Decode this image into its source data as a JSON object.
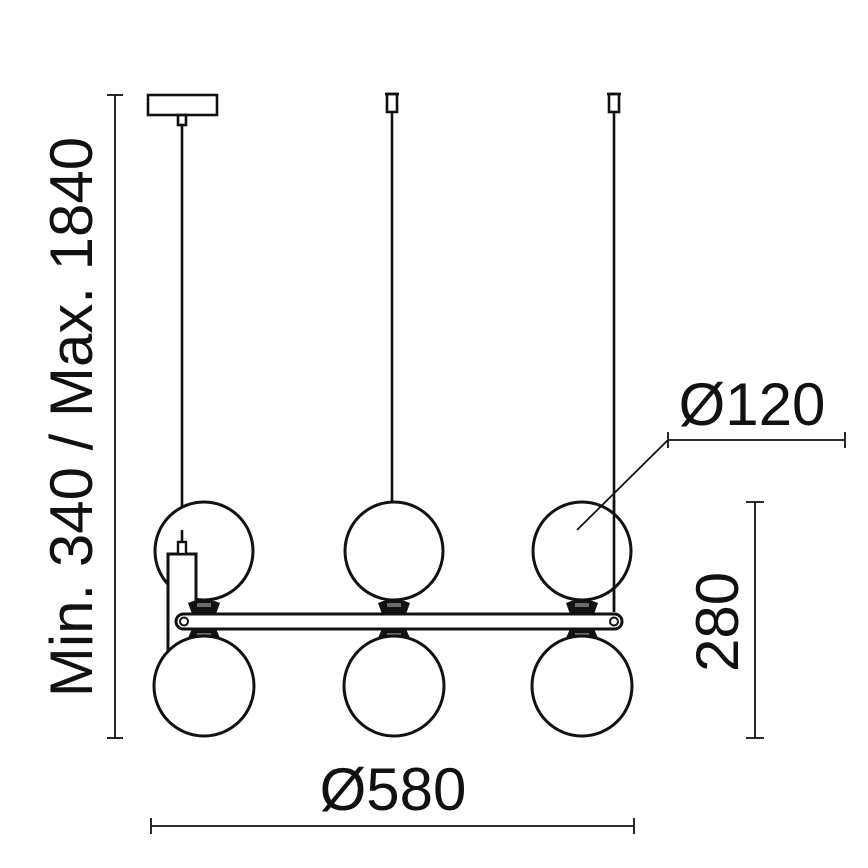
{
  "drawing": {
    "type": "technical-dimension-drawing",
    "subject": "pendant-lamp-six-globes",
    "line_color": "#111111",
    "background": "#ffffff"
  },
  "dimensions": {
    "height": {
      "label": "Min. 340 / Max. 1840",
      "orientation": "vertical"
    },
    "globe_diameter": {
      "label": "Ø120",
      "orientation": "horizontal"
    },
    "body_height": {
      "label": "280",
      "orientation": "vertical"
    },
    "width": {
      "label": "Ø580",
      "orientation": "horizontal"
    }
  },
  "parts": {
    "canopy": "ceiling-canopy",
    "suspension_cables": 3,
    "globes_top_row": 3,
    "globes_bottom_row": 3,
    "crossbar": "horizontal-rod"
  }
}
